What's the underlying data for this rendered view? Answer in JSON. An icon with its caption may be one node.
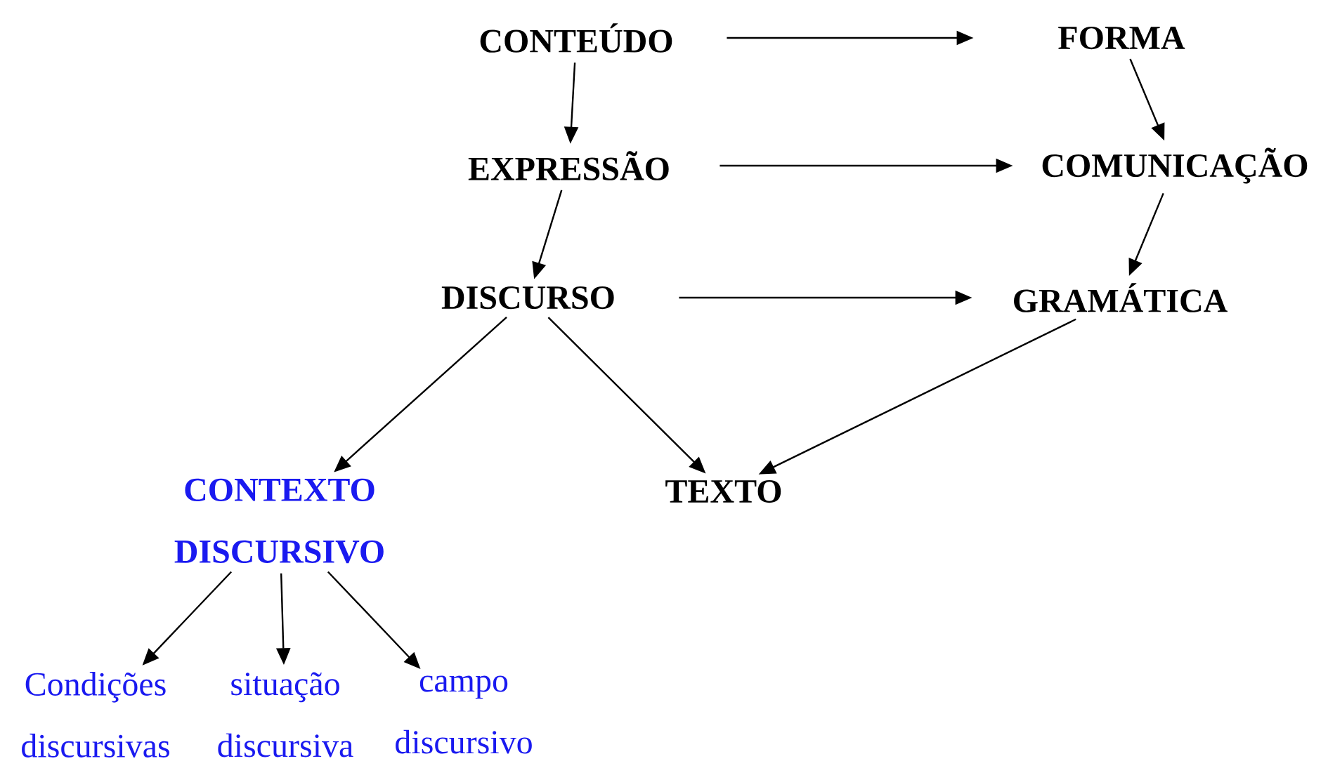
{
  "diagram": {
    "nodes": [
      {
        "text": [
          "CONTEÚDO"
        ]
      },
      {
        "text": [
          "FORMA"
        ]
      },
      {
        "text": [
          "EXPRESSÃO"
        ]
      },
      {
        "text": [
          "COMUNICAÇÃO"
        ]
      },
      {
        "text": [
          "DISCURSO"
        ]
      },
      {
        "text": [
          "GRAMÁTICA"
        ]
      },
      {
        "text": [
          "CONTEXTO DISCURSIVO"
        ]
      },
      {
        "text": [
          "TEXTO"
        ]
      },
      {
        "text": [
          "Condições discursivas"
        ]
      },
      {
        "text": [
          "situação discursiva"
        ]
      },
      {
        "text": [
          "campo discursivo"
        ]
      }
    ],
    "edges": [
      {
        "from": 0,
        "to": 1,
        "arrow": "to"
      },
      {
        "from": 0,
        "to": 2,
        "arrow": "to"
      },
      {
        "from": 1,
        "to": 3,
        "arrow": "to"
      },
      {
        "from": 2,
        "to": 3,
        "arrow": "to"
      },
      {
        "from": 2,
        "to": 4,
        "arrow": "to"
      },
      {
        "from": 3,
        "to": 5,
        "arrow": "to"
      },
      {
        "from": 4,
        "to": 5,
        "arrow": "to"
      },
      {
        "from": 4,
        "to": 6,
        "arrow": "to"
      },
      {
        "from": 4,
        "to": 7,
        "arrow": "to"
      },
      {
        "from": 5,
        "to": 7,
        "arrow": "to"
      },
      {
        "from": 6,
        "to": 8,
        "arrow": "to"
      },
      {
        "from": 6,
        "to": 9,
        "arrow": "to"
      },
      {
        "from": 6,
        "to": 10,
        "arrow": "to"
      }
    ]
  }
}
